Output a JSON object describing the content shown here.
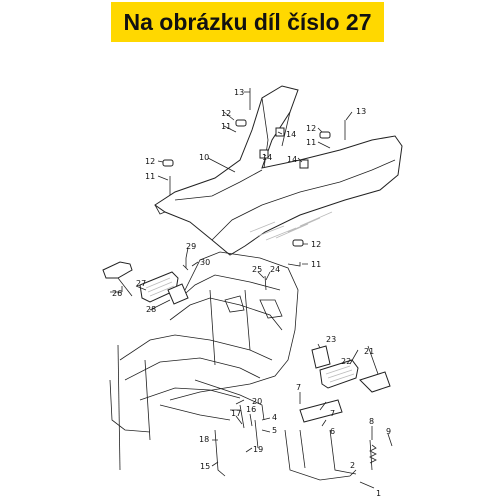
{
  "header": {
    "text": "Na obrázku díl číslo 27"
  },
  "callouts": [
    {
      "id": "13a",
      "num": "13"
    },
    {
      "id": "13b",
      "num": "13"
    },
    {
      "id": "12a",
      "num": "12"
    },
    {
      "id": "12b",
      "num": "12"
    },
    {
      "id": "12c",
      "num": "12"
    },
    {
      "id": "12d",
      "num": "12"
    },
    {
      "id": "11a",
      "num": "11"
    },
    {
      "id": "11b",
      "num": "11"
    },
    {
      "id": "11c",
      "num": "11"
    },
    {
      "id": "11d",
      "num": "11"
    },
    {
      "id": "14a",
      "num": "14"
    },
    {
      "id": "14b",
      "num": "14"
    },
    {
      "id": "14c",
      "num": "14"
    },
    {
      "id": "10",
      "num": "10"
    },
    {
      "id": "29",
      "num": "29"
    },
    {
      "id": "30",
      "num": "30"
    },
    {
      "id": "25",
      "num": "25"
    },
    {
      "id": "24",
      "num": "24"
    },
    {
      "id": "27",
      "num": "27"
    },
    {
      "id": "26",
      "num": "26"
    },
    {
      "id": "28",
      "num": "28"
    },
    {
      "id": "23",
      "num": "23"
    },
    {
      "id": "22",
      "num": "22"
    },
    {
      "id": "21",
      "num": "21"
    },
    {
      "id": "20",
      "num": "20"
    },
    {
      "id": "7a",
      "num": "7"
    },
    {
      "id": "7b",
      "num": "7"
    },
    {
      "id": "4",
      "num": "4"
    },
    {
      "id": "5",
      "num": "5"
    },
    {
      "id": "6",
      "num": "6"
    },
    {
      "id": "17",
      "num": "17"
    },
    {
      "id": "16",
      "num": "16"
    },
    {
      "id": "19",
      "num": "19"
    },
    {
      "id": "18",
      "num": "18"
    },
    {
      "id": "15",
      "num": "15"
    },
    {
      "id": "8",
      "num": "8"
    },
    {
      "id": "9",
      "num": "9"
    },
    {
      "id": "2",
      "num": "2"
    },
    {
      "id": "1",
      "num": "1"
    }
  ]
}
